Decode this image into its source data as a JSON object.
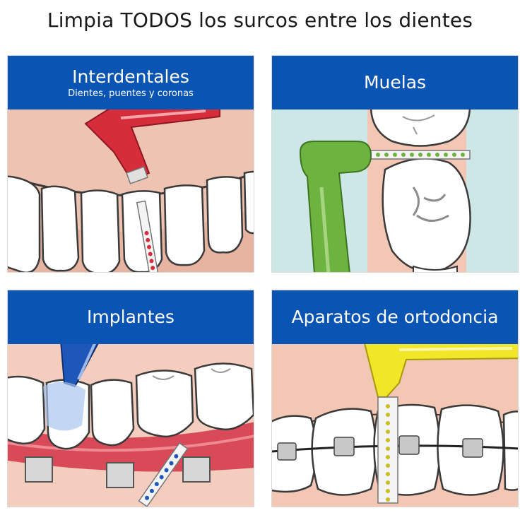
{
  "headline": "Limpia TODOS los surcos entre los dientes",
  "panels": [
    {
      "title": "Interdentales",
      "subtitle": "Dientes, puentes y coronas"
    },
    {
      "title": "Muelas"
    },
    {
      "title": "Implantes"
    },
    {
      "title": "Aparatos de ortodoncia"
    }
  ],
  "colors": {
    "header_blue": "#0a54b4",
    "gum_pink": "#efc3b2",
    "brush_red": "#d62d3a",
    "brush_green": "#6db33f",
    "brush_blue": "#1f57b8",
    "brush_yellow": "#f2e629",
    "molar_bg": "#cde6e6"
  },
  "icons": [
    "red-interdental-brush",
    "green-angled-brush",
    "blue-interdental-brush",
    "yellow-interdental-brush"
  ]
}
